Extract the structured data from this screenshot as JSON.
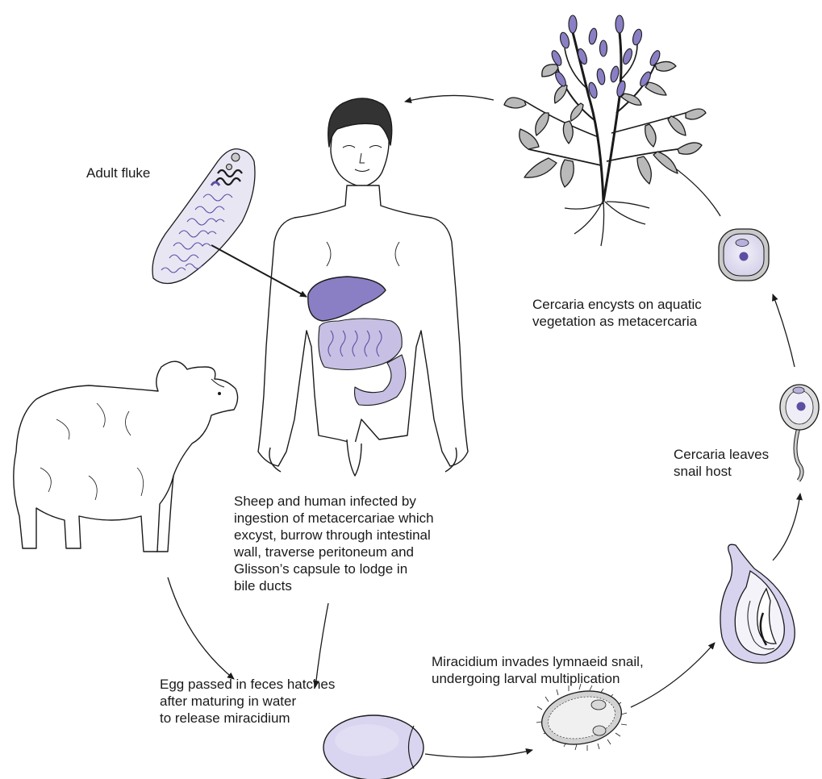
{
  "labels": {
    "adult_fluke": "Adult fluke",
    "metacercaria": "Cercaria encysts on aquatic\nvegetation as metacercaria",
    "cercaria_leaves": "Cercaria leaves\nsnail host",
    "infection": "Sheep and human infected by\ningestion of metacercariae which\nexcyst, burrow through intestinal\nwall, traverse peritoneum and\nGlisson’s capsule to lodge in\nbile ducts",
    "miracidium": "Miracidium invades lymnaeid snail,\nundergoing larval multiplication",
    "egg": "Egg passed in feces hatches\nafter maturing in water\nto release miracidium"
  },
  "colors": {
    "accent": "#8a7fc4",
    "accent_dark": "#5b4fa3",
    "accent_light": "#d9d4ef",
    "outline": "#1a1a1a",
    "leaf": "#b9b9b9"
  }
}
